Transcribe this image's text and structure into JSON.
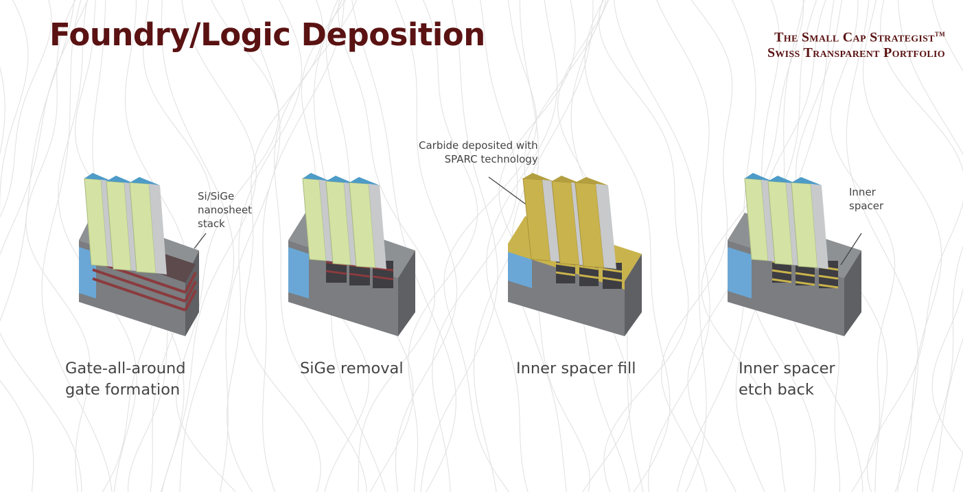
{
  "title": "Foundry/Logic Deposition",
  "brand": {
    "line1": "The Small Cap Strategist",
    "trademark": "TM",
    "line2": "Swiss Transparent Portfolio"
  },
  "colors": {
    "title": "#5a1212",
    "fin_green": "#d4e3a4",
    "fin_tip_blue": "#4d9bc7",
    "carbide_yellow": "#c9b34c",
    "substrate_gray": "#7b7d80",
    "oxide_blue": "#6aa7d6",
    "sige_red": "#8a3b3e"
  },
  "steps": [
    {
      "caption_line1": "Gate-all-around",
      "caption_line2": "gate formation",
      "annotation": [
        "Si/SiGe",
        "nanosheet",
        "stack"
      ]
    },
    {
      "caption_line1": "SiGe removal",
      "caption_line2": "",
      "annotation": []
    },
    {
      "caption_line1": "Inner spacer fill",
      "caption_line2": "",
      "annotation": [
        "Carbide deposited with",
        "SPARC technology"
      ]
    },
    {
      "caption_line1": "Inner spacer",
      "caption_line2": "etch back",
      "annotation": [
        "Inner",
        "spacer"
      ]
    }
  ]
}
